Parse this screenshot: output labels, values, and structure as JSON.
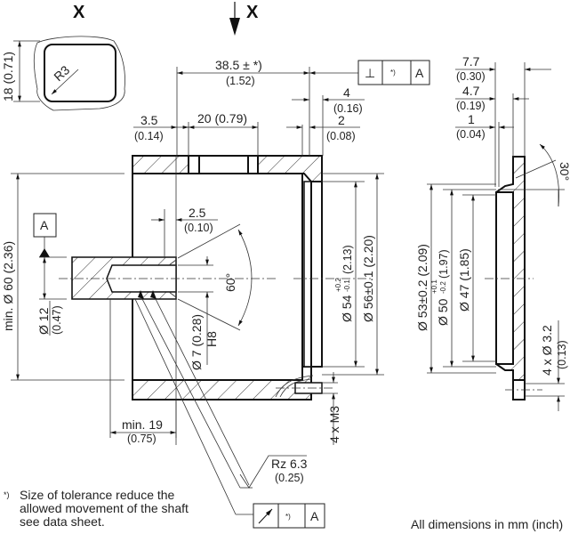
{
  "drawing": {
    "view_labels": {
      "detail_view": "X",
      "section_arrow": "X"
    },
    "detail_x": {
      "height_dim": "18 (0.71)",
      "radius": "R3"
    },
    "top_dims": {
      "overall_length": {
        "value": "38.5 ± *)",
        "inch": "(1.52)"
      },
      "slot_width": {
        "value": "20 (0.79)"
      },
      "wall_offset": {
        "value": "3.5",
        "inch": "(0.14)"
      },
      "flange_4": {
        "value": "4",
        "inch": "(0.16)"
      },
      "flange_2": {
        "value": "2",
        "inch": "(0.08)"
      }
    },
    "perpendicularity_frame": {
      "symbol": "⊥",
      "tolerance": "*)",
      "datum": "A"
    },
    "datum_label": "A",
    "left_dims": {
      "min_diameter": "min. Ø 60 (2.36)",
      "shaft_diameter": "Ø 12",
      "shaft_diameter_inch": "(0.47)"
    },
    "bore_dims": {
      "depth": {
        "value": "2.5",
        "inch": "(0.10)"
      },
      "angle": "60°",
      "bore_diameter": "Ø 7 (0.28)",
      "fit": "H8"
    },
    "right_dims_main": {
      "d54": "Ø 54+0.2/-0.1 (2.13)",
      "d54_base": "Ø 54",
      "d54_tol_upper": "+0.2",
      "d54_tol_lower": "-0.1",
      "d54_inch": "(2.13)",
      "d56": "Ø 56±0.1 (2.20)",
      "thread": "4 x M3"
    },
    "bottom_dims": {
      "min_19": {
        "value": "min. 19",
        "inch": "(0.75)"
      },
      "roughness": {
        "value": "Rz 6.3",
        "inch": "(0.25)"
      }
    },
    "runout_frame": {
      "symbol": "↗",
      "tolerance": "*)",
      "datum": "A"
    },
    "flange_view": {
      "d77": {
        "value": "7.7",
        "inch": "(0.30)"
      },
      "d47": {
        "value": "4.7",
        "inch": "(0.19)"
      },
      "d1": {
        "value": "1",
        "inch": "(0.04)"
      },
      "angle": "30°",
      "d53": "Ø 53±0.2 (2.09)",
      "d50": "Ø 50+0.1/-0.2 (1.97)",
      "d50_base": "Ø 50",
      "d50_tol_upper": "+0.1",
      "d50_tol_lower": "-0.2",
      "d50_inch": "(1.97)",
      "d47_diam": "Ø 47 (1.85)",
      "holes": "4 x Ø 3.2",
      "holes_inch": "(0.13)"
    },
    "footnote": {
      "marker": "*)",
      "lines": [
        "Size of tolerance reduce the",
        "allowed movement of the shaft",
        "see data sheet."
      ]
    },
    "units_note": "All dimensions in mm (inch)"
  }
}
